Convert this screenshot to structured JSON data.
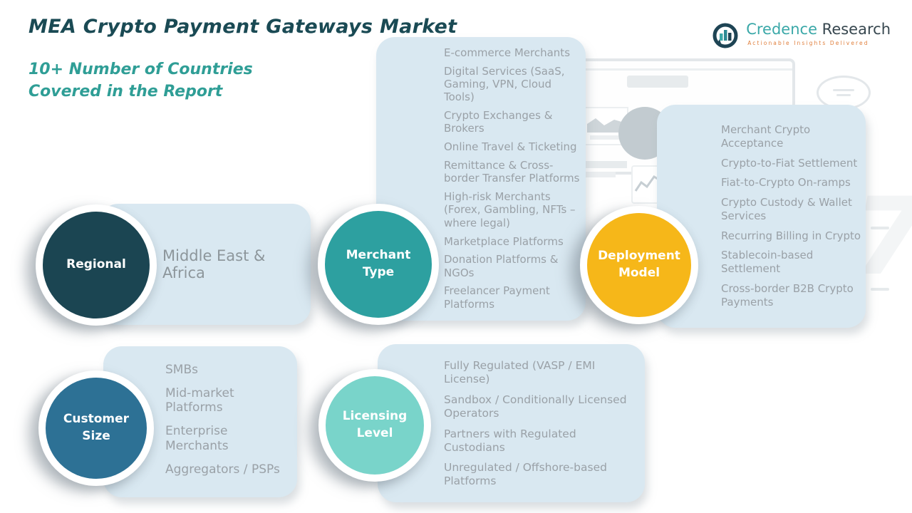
{
  "header": {
    "title": "MEA Crypto Payment Gateways Market",
    "subtitle_line1": "10+ Number of Countries",
    "subtitle_line2": "Covered in the Report"
  },
  "logo": {
    "brand_primary": "Credence",
    "brand_secondary": "Research",
    "tagline": "Actionable Insights Delivered",
    "icon": "bar-chart-circle-icon"
  },
  "colors": {
    "title_teal": "#1a4a54",
    "subtitle_teal": "#2f9e96",
    "card_bg": "#d9e8f1",
    "card_text": "#9aa1a7",
    "tagline_orange": "#e07f3c"
  },
  "segments": [
    {
      "id": "regional",
      "label": "Regional",
      "color": "#1b4552",
      "items": [
        "Middle East & Africa"
      ]
    },
    {
      "id": "merchant-type",
      "label": "Merchant Type",
      "color": "#2da0a0",
      "items": [
        "E-commerce Merchants",
        "Digital Services (SaaS, Gaming, VPN, Cloud Tools)",
        "Crypto Exchanges & Brokers",
        "Online Travel & Ticketing",
        "Remittance & Cross-border Transfer Platforms",
        "High-risk Merchants (Forex, Gambling, NFTs – where legal)",
        "Marketplace Platforms",
        "Donation Platforms & NGOs",
        "Freelancer Payment Platforms"
      ]
    },
    {
      "id": "deployment-model",
      "label": "Deployment Model",
      "color": "#f6b719",
      "items": [
        "Merchant Crypto Acceptance",
        "Crypto-to-Fiat Settlement",
        "Fiat-to-Crypto On-ramps",
        "Crypto Custody & Wallet Services",
        "Recurring Billing in Crypto",
        "Stablecoin-based Settlement",
        "Cross-border B2B Crypto Payments"
      ]
    },
    {
      "id": "customer-size",
      "label": "Customer Size",
      "color": "#2d7195",
      "items": [
        "SMBs",
        "Mid-market Platforms",
        "Enterprise Merchants",
        "Aggregators / PSPs"
      ]
    },
    {
      "id": "licensing-level",
      "label": "Licensing Level",
      "color": "#79d4ca",
      "items": [
        "Fully Regulated (VASP / EMI License)",
        "Sandbox / Conditionally Licensed Operators",
        "Partners with Regulated Custodians",
        "Unregulated / Offshore-based Platforms"
      ]
    }
  ]
}
